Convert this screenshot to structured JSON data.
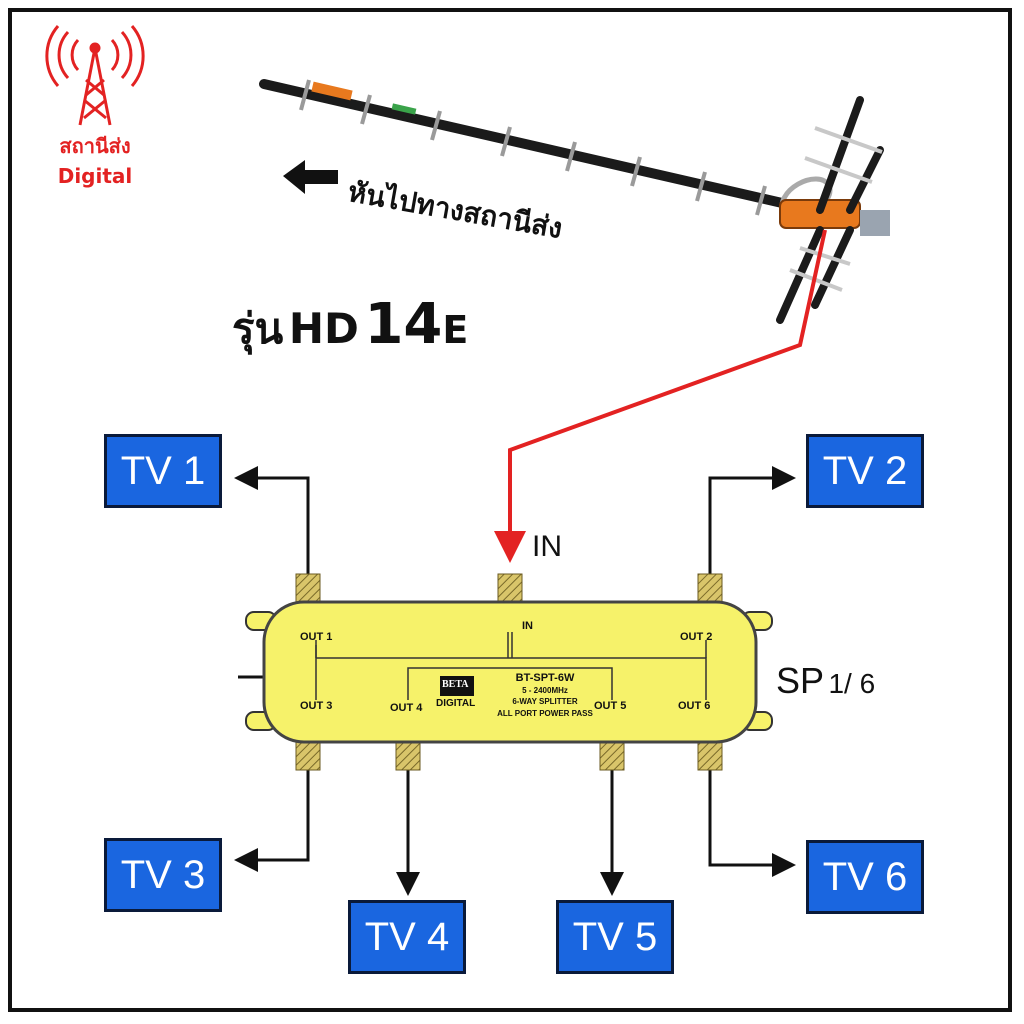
{
  "station": {
    "line1": "สถานีส่ง",
    "line2": "Digital"
  },
  "antenna": {
    "direction_text": "หันไปทางสถานีส่ง"
  },
  "model": {
    "prefix": "รุ่น",
    "name": "HD",
    "number": "14",
    "suffix": "E"
  },
  "splitter": {
    "in_label": "IN",
    "inner_in_label": "IN",
    "ports": [
      "OUT 1",
      "OUT 2",
      "OUT 3",
      "OUT 4",
      "OUT 5",
      "OUT 6"
    ],
    "brand_top": "BETA",
    "brand_bottom": "DIGITAL",
    "model": "BT-SPT-6W",
    "freq": "5 - 2400MHz",
    "type": "6-WAY SPLITTER",
    "pass": "ALL PORT POWER PASS",
    "sp_label": "SP",
    "sp_ratio": "1/ 6"
  },
  "tvs": [
    "TV 1",
    "TV 2",
    "TV 3",
    "TV 4",
    "TV 5",
    "TV 6"
  ],
  "colors": {
    "signal": "#e32222",
    "tv_box": "#1a66e0",
    "splitter_body": "#f6f26a",
    "connector": "#c7b45a",
    "logo_red": "#e32222"
  }
}
